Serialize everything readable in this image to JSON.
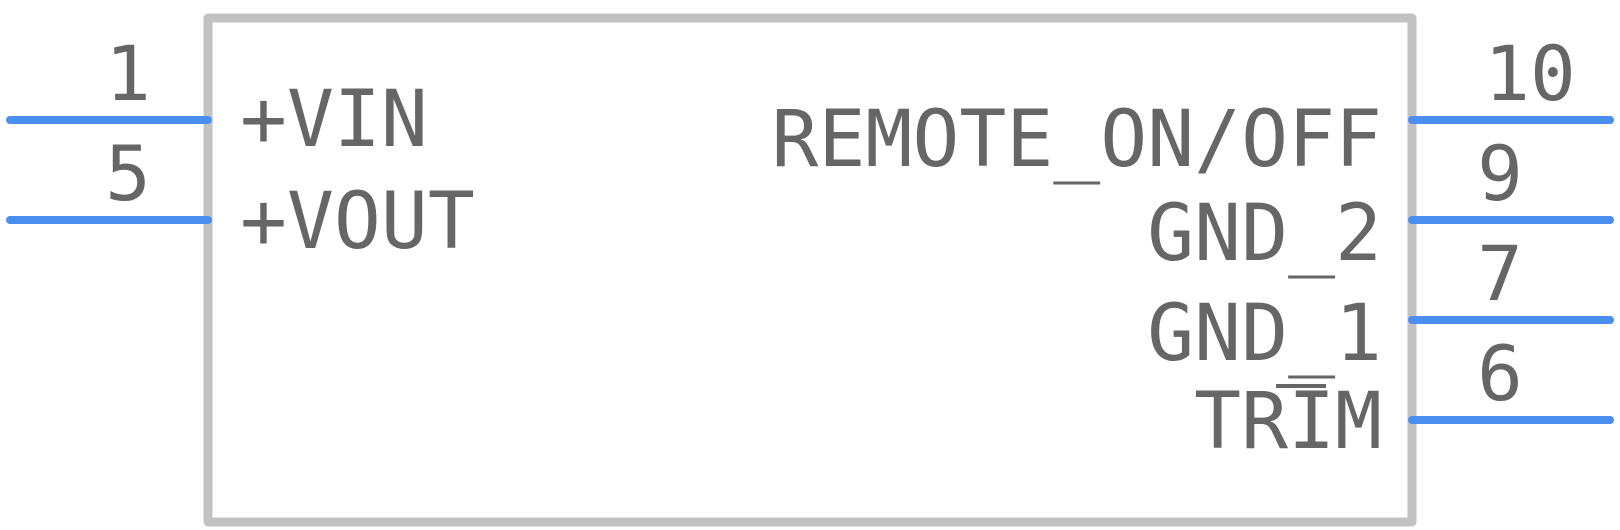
{
  "component": {
    "left_pins": [
      {
        "number": "1",
        "name": "+VIN"
      },
      {
        "number": "5",
        "name": "+VOUT"
      }
    ],
    "right_pins": [
      {
        "number": "10",
        "name": "REMOTE_ON/OFF"
      },
      {
        "number": "9",
        "name": "GND_2"
      },
      {
        "number": "7",
        "name": "GND_1"
      },
      {
        "number": "6",
        "name": "TRIM",
        "overbar": true
      }
    ]
  },
  "colors": {
    "pin": "#4a8ff0",
    "body_outline": "#c2c2c2",
    "text": "#666666"
  }
}
